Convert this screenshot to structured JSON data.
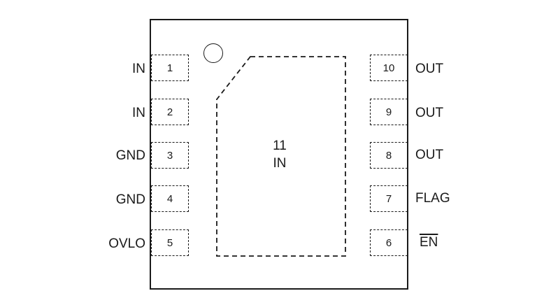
{
  "package": {
    "pins_left": [
      {
        "number": "1",
        "name": "IN"
      },
      {
        "number": "2",
        "name": "IN"
      },
      {
        "number": "3",
        "name": "GND"
      },
      {
        "number": "4",
        "name": "GND"
      },
      {
        "number": "5",
        "name": "OVLO"
      }
    ],
    "pins_right": [
      {
        "number": "10",
        "name": "OUT"
      },
      {
        "number": "9",
        "name": "OUT"
      },
      {
        "number": "8",
        "name": "OUT"
      },
      {
        "number": "7",
        "name": "FLAG"
      },
      {
        "number": "6",
        "name": "EN",
        "overbar": true
      }
    ],
    "exposed_pad": {
      "number": "11",
      "name": "IN"
    }
  }
}
